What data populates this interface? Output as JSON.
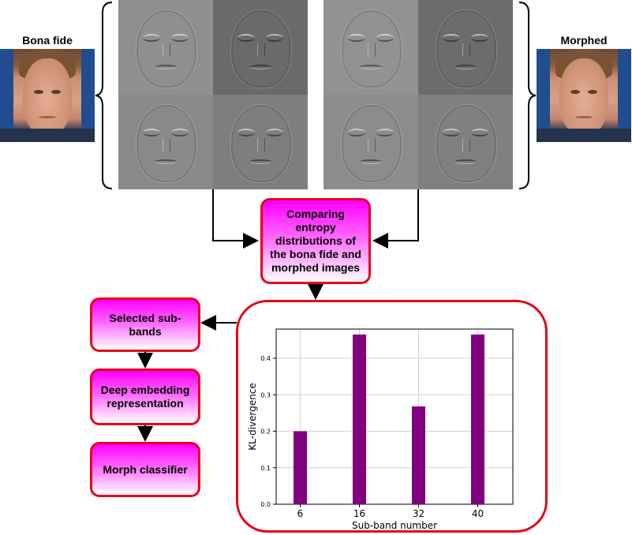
{
  "labels": {
    "bona_fide": "Bona fide",
    "morphed": "Morphed"
  },
  "boxes": {
    "comparing": "Comparing entropy distributions of the bona fide and morphed images",
    "selected": "Selected sub-bands",
    "deep": "Deep embedding representation",
    "classifier": "Morph classifier"
  },
  "colors": {
    "box_border": "#e8001c",
    "box_fill_top": "#ff00ff",
    "bar": "#800080"
  },
  "chart_data": {
    "type": "bar",
    "categories": [
      "6",
      "16",
      "32",
      "40"
    ],
    "values": [
      0.2,
      0.465,
      0.268,
      0.465
    ],
    "xlabel": "Sub-band number",
    "ylabel": "KL-divergence",
    "ylim": [
      0,
      0.48
    ],
    "yticks": [
      "0.0",
      "0.1",
      "0.2",
      "0.3",
      "0.4"
    ],
    "grid": true
  }
}
